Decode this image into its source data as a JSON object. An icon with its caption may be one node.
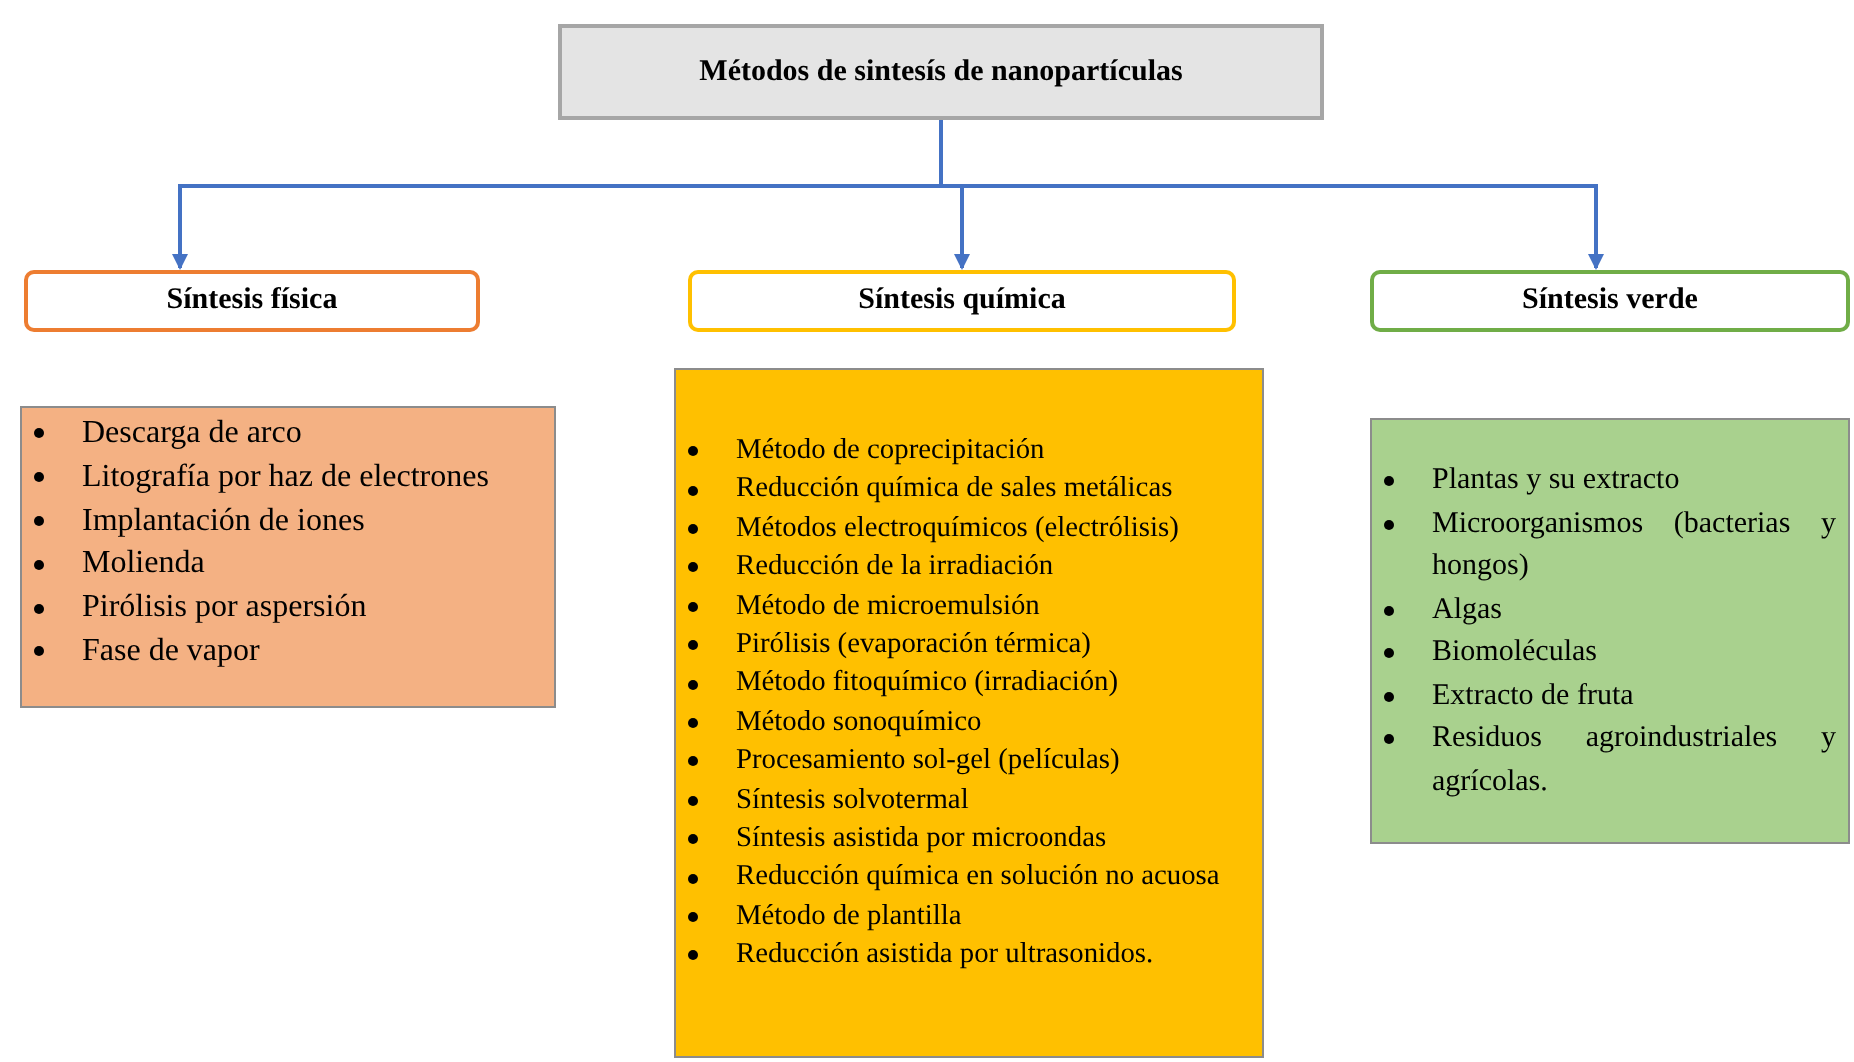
{
  "diagram": {
    "nodes": [
      {
        "text": [
          "Métodos de sintesís de nanopartículas"
        ]
      },
      {
        "text": [
          "Síntesis física"
        ]
      },
      {
        "text": [
          "Síntesis química"
        ]
      },
      {
        "text": [
          "Síntesis verde"
        ]
      },
      {
        "text": [
          "Descarga de arco",
          "Litografía por haz de electrones",
          "Implantación de iones",
          "Molienda",
          "Pirólisis por aspersión",
          "Fase de vapor"
        ]
      },
      {
        "text": [
          "Método de coprecipitación",
          "Reducción química de sales metálicas",
          "Métodos electroquímicos (electrólisis)",
          "Reducción de la irradiación",
          "Método de microemulsión",
          "Pirólisis (evaporación térmica)",
          "Método fitoquímico (irradiación)",
          "Método sonoquímico",
          "Procesamiento sol-gel (películas)",
          "Síntesis solvotermal",
          "Síntesis asistida por microondas",
          "Reducción química en solución no acuosa",
          "Método de plantilla",
          "Reducción asistida por ultrasonidos."
        ]
      },
      {
        "text": [
          "Plantas y su extracto",
          "Microorganismos (bacterias y hongos)",
          "Algas",
          "Biomoléculas",
          "Extracto de fruta",
          "Residuos agroindustriales y agrícolas."
        ]
      }
    ],
    "edges": [
      {
        "from": 0,
        "to": 1,
        "arrow": "to"
      },
      {
        "from": 0,
        "to": 2,
        "arrow": "to"
      },
      {
        "from": 0,
        "to": 3,
        "arrow": "to"
      }
    ]
  }
}
